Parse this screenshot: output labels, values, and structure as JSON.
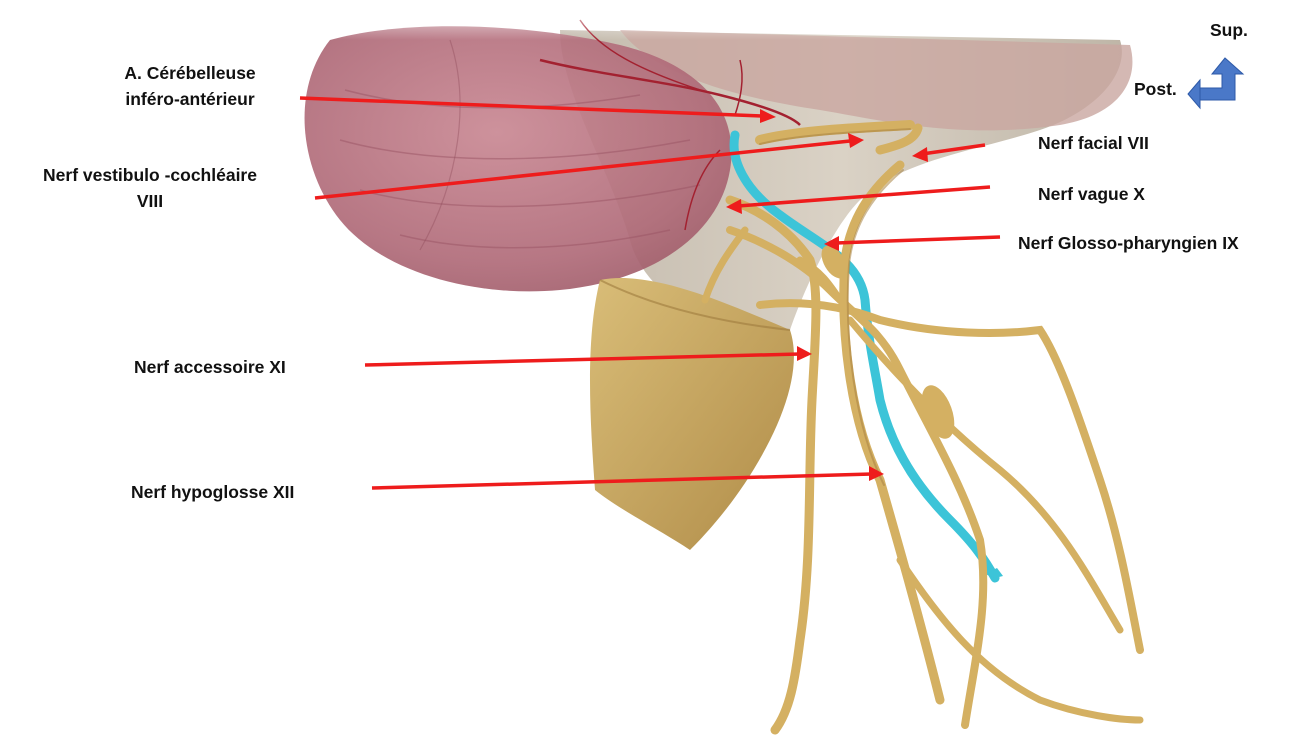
{
  "orientation": {
    "superior": "Sup.",
    "posterior": "Post.",
    "arrow_icon": "corner-up-left-arrow-icon",
    "arrow_color": "#4a78c8"
  },
  "labels": {
    "aica_line1": "A. Cérébelleuse",
    "aica_line2": "inféro-antérieur",
    "vestibulo_line1": "Nerf vestibulo -cochléaire",
    "vestibulo_line2": "VIII",
    "facial": "Nerf facial VII",
    "vague": "Nerf vague X",
    "glosso": "Nerf Glosso-pharyngien IX",
    "accessoire": "Nerf accessoire XI",
    "hypoglosse": "Nerf hypoglosse XII"
  },
  "colors": {
    "pointer": "#ee1c1c",
    "nerve": "#d4b062",
    "nerve_shade": "#a98443",
    "glossopharyngeal_nerve": "#3cc4d8",
    "cerebellum": "#b5707e",
    "brainstem": "#c8bfb0",
    "artery": "#a32130",
    "bone": "#c7a660"
  }
}
